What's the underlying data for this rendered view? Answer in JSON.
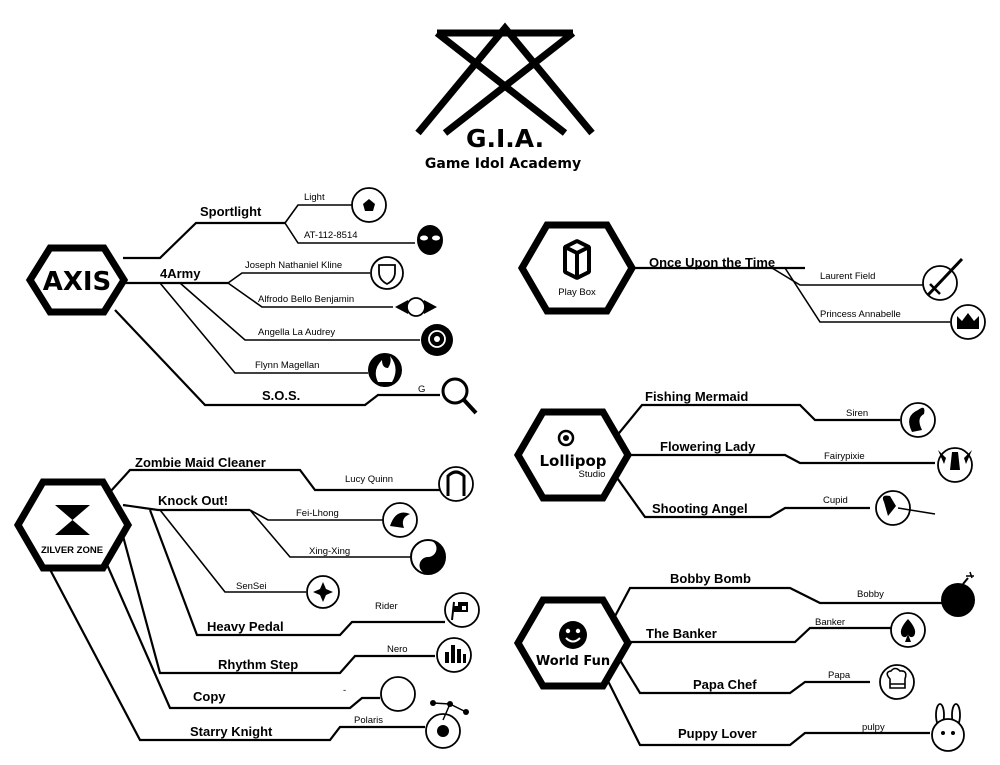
{
  "title": {
    "logo": "G.I.A.",
    "subtitle": "Game Idol Academy"
  },
  "axis": {
    "logo": "AXIS",
    "sportlight": {
      "label": "Sportlight",
      "members": [
        "Light",
        "AT-112-8514"
      ]
    },
    "army": {
      "label": "4Army",
      "members": [
        "Joseph Nathaniel Kline",
        "Alfrodo Bello Benjamin",
        "Angella La Audrey",
        "Flynn Magellan"
      ]
    },
    "sos": {
      "label": "S.O.S.",
      "members": [
        "G"
      ]
    }
  },
  "playbox": {
    "logo": "Play Box",
    "once": {
      "label": "Once Upon the Time",
      "members": [
        "Laurent Field",
        "Princess Annabelle"
      ]
    }
  },
  "lollipop": {
    "logo": "Lollipop",
    "logo_sub": "Studio",
    "units": [
      {
        "label": "Fishing Mermaid",
        "member": "Siren"
      },
      {
        "label": "Flowering Lady",
        "member": "Fairypixie"
      },
      {
        "label": "Shooting Angel",
        "member": "Cupid"
      }
    ]
  },
  "zilver": {
    "logo": "ZILVER ZONE",
    "zombie": {
      "label": "Zombie Maid Cleaner",
      "member": "Lucy Quinn"
    },
    "knockout": {
      "label": "Knock Out!",
      "members": [
        "Fei-Lhong",
        "Xing-Xing",
        "SenSei"
      ]
    },
    "units": [
      {
        "label": "Heavy Pedal",
        "member": "Rider"
      },
      {
        "label": "Rhythm Step",
        "member": "Nero"
      },
      {
        "label": "Copy",
        "member": "-"
      },
      {
        "label": "Starry Knight",
        "member": "Polaris"
      }
    ]
  },
  "worldfun": {
    "logo": "World Fun",
    "units": [
      {
        "label": "Bobby Bomb",
        "member": "Bobby"
      },
      {
        "label": "The Banker",
        "member": "Banker"
      },
      {
        "label": "Papa Chef",
        "member": "Papa"
      },
      {
        "label": "Puppy Lover",
        "member": "pulpy"
      }
    ]
  }
}
